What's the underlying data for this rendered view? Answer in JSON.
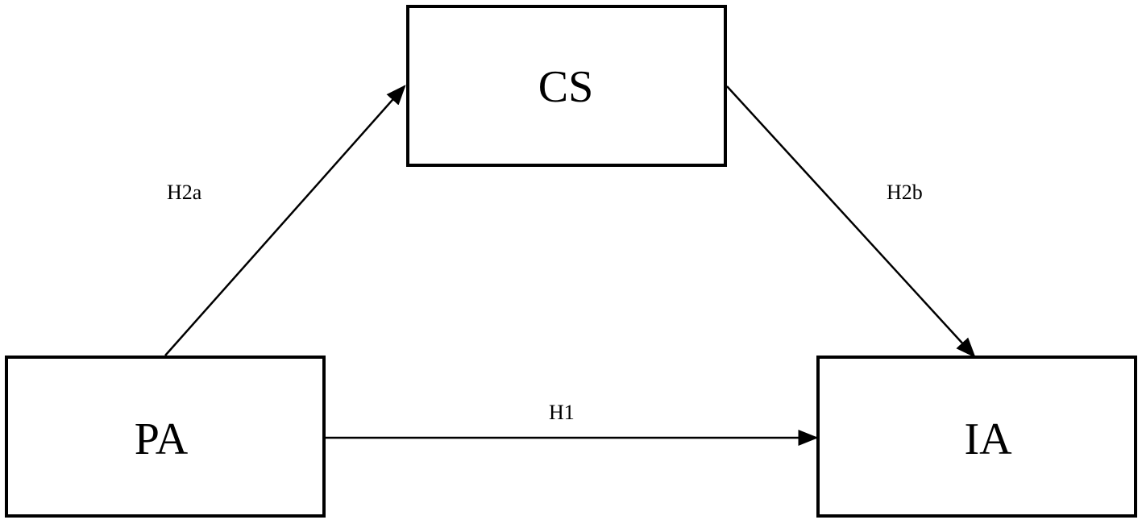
{
  "diagram": {
    "nodes": {
      "cs": {
        "label": "CS"
      },
      "pa": {
        "label": "PA"
      },
      "ia": {
        "label": "IA"
      }
    },
    "edges": {
      "pa_to_cs": {
        "label": "H2a",
        "from": "PA",
        "to": "CS"
      },
      "cs_to_ia": {
        "label": "H2b",
        "from": "CS",
        "to": "IA"
      },
      "pa_to_ia": {
        "label": "H1",
        "from": "PA",
        "to": "IA"
      }
    },
    "colors": {
      "stroke": "#000000",
      "background": "#ffffff"
    }
  }
}
